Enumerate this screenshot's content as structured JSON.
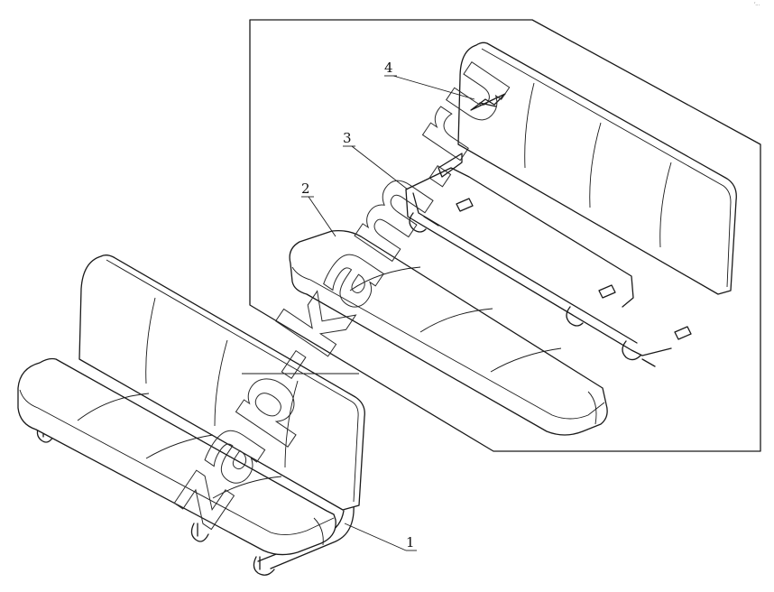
{
  "diagram": {
    "callouts": [
      {
        "id": "1",
        "label": "1"
      },
      {
        "id": "2",
        "label": "2"
      },
      {
        "id": "3",
        "label": "3"
      },
      {
        "id": "4",
        "label": "4"
      }
    ],
    "watermark": "zap-kam.ru",
    "corner_mark": "ʳ…"
  }
}
